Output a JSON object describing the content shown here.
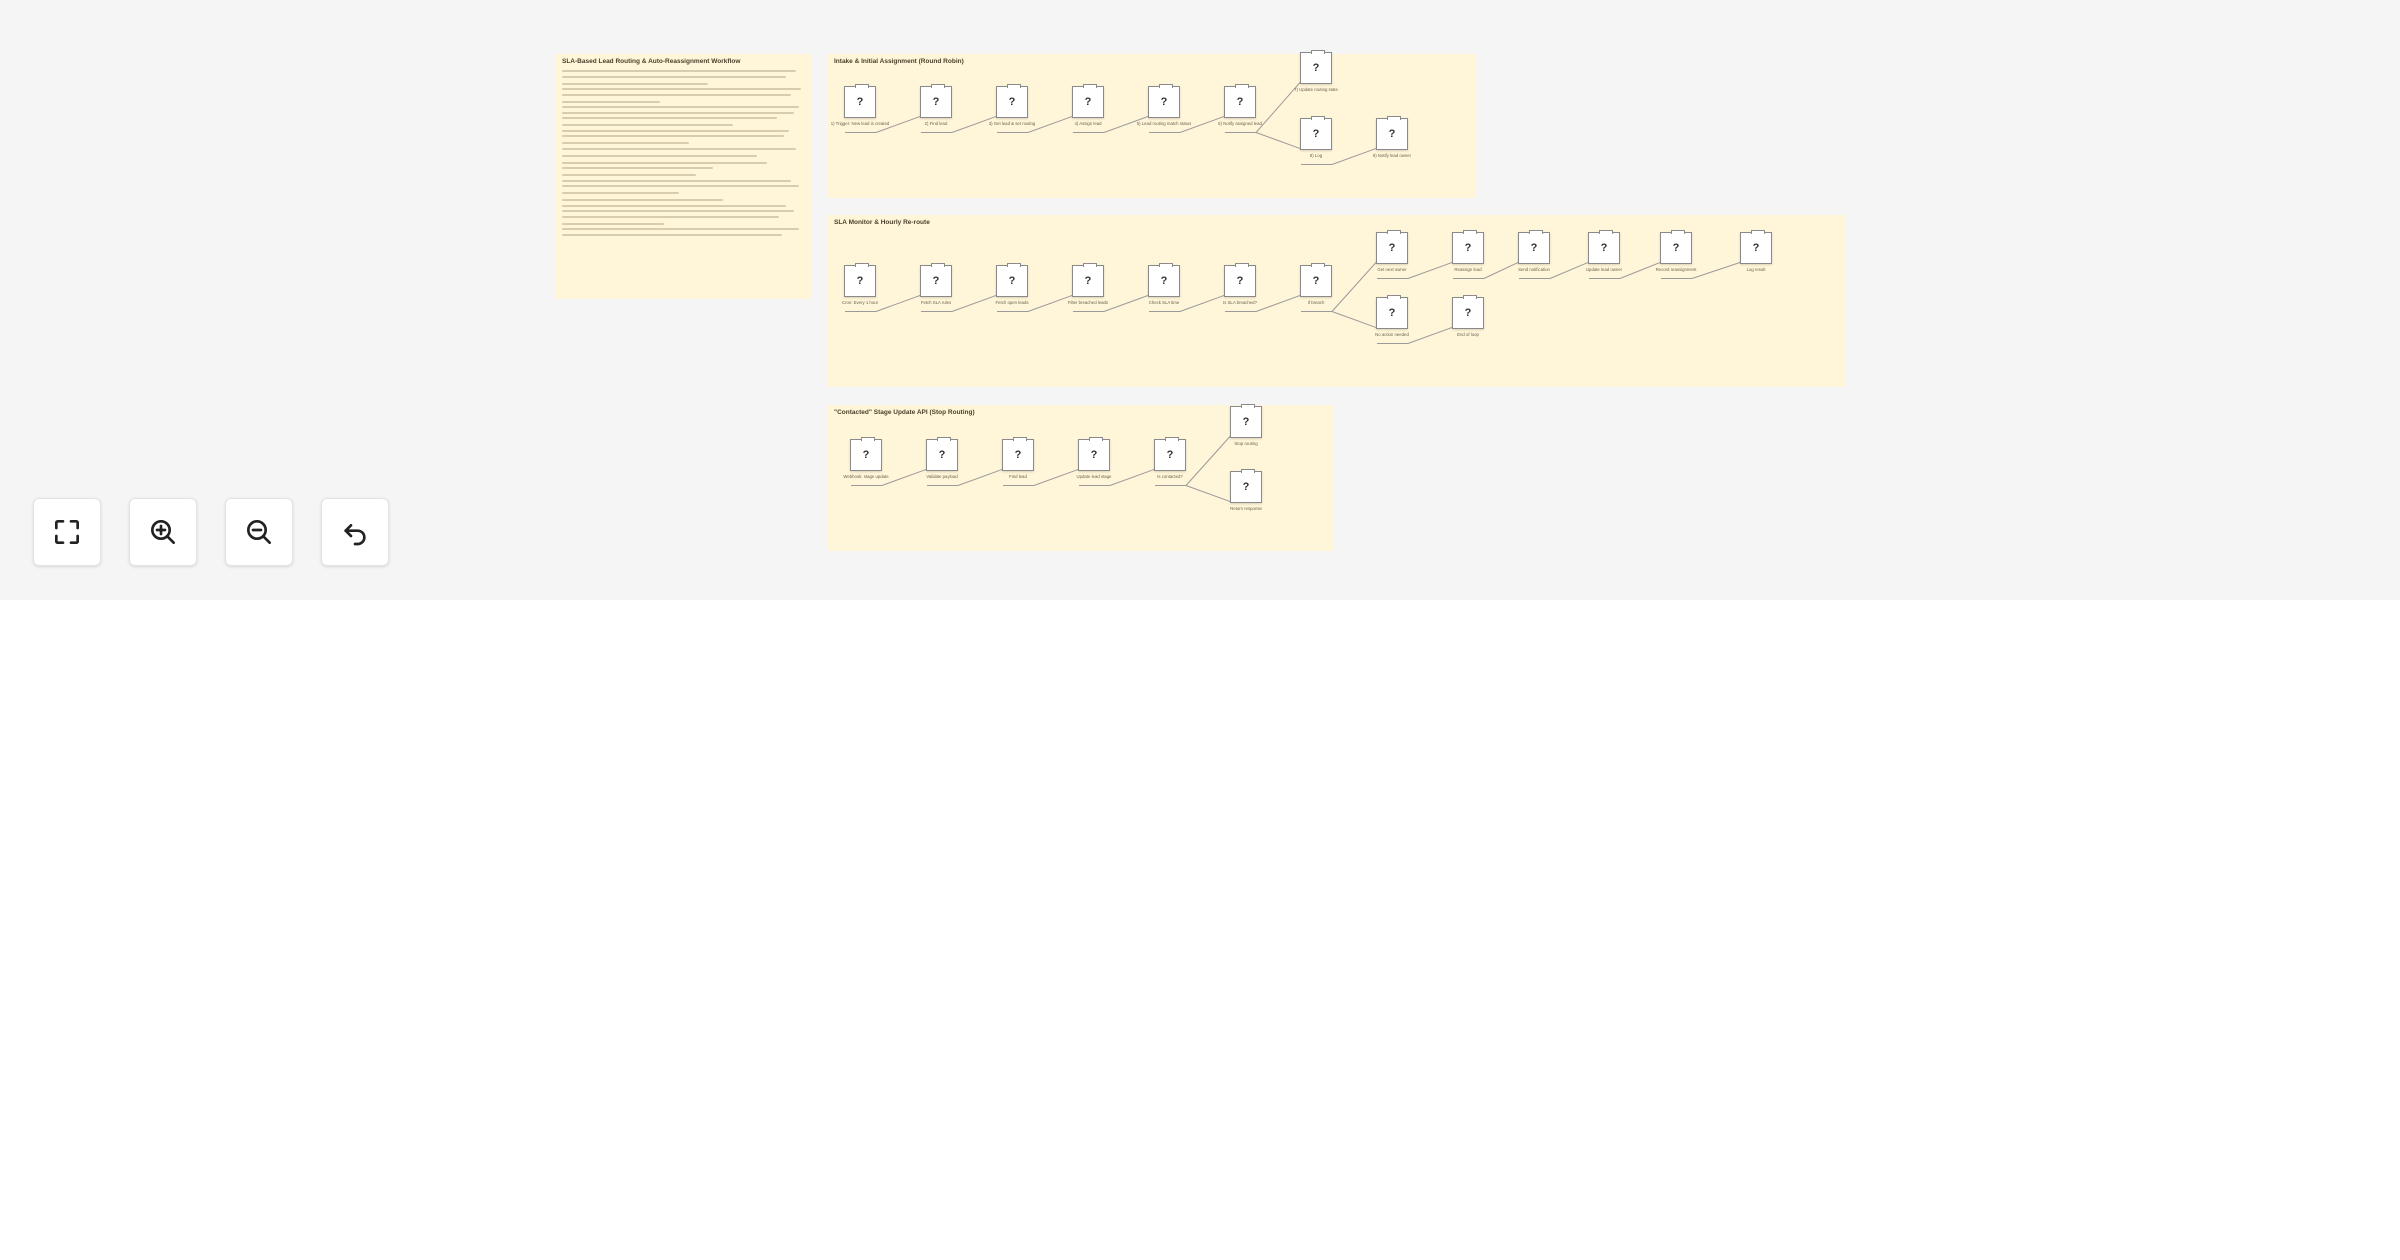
{
  "canvas": {
    "notes_sticky": {
      "title": "SLA-Based Lead Routing & Auto-Reassignment Workflow"
    },
    "groups": [
      {
        "title": "Intake & Initial Assignment (Round Robin)",
        "nodes": [
          {
            "glyph": "?",
            "label": "1) Trigger: New lead is created"
          },
          {
            "glyph": "?",
            "label": "2) Find lead"
          },
          {
            "glyph": "?",
            "label": "3) Get lead & set routing"
          },
          {
            "glyph": "?",
            "label": "4) Assign lead"
          },
          {
            "glyph": "?",
            "label": "5) Lead routing match status"
          },
          {
            "glyph": "?",
            "label": "6) Notify assigned lead"
          },
          {
            "glyph": "?",
            "label": "7) Update routing state"
          },
          {
            "glyph": "?",
            "label": "8) Log"
          },
          {
            "glyph": "?",
            "label": "9) Notify lead owner"
          }
        ]
      },
      {
        "title": "SLA Monitor & Hourly Re-route",
        "nodes": [
          {
            "glyph": "?",
            "label": "Cron: Every 1 hour"
          },
          {
            "glyph": "?",
            "label": "Fetch SLA rules"
          },
          {
            "glyph": "?",
            "label": "Fetch open leads"
          },
          {
            "glyph": "?",
            "label": "Filter breached leads"
          },
          {
            "glyph": "?",
            "label": "Check SLA time"
          },
          {
            "glyph": "?",
            "label": "Is SLA breached?"
          },
          {
            "glyph": "?",
            "label": "If breach"
          },
          {
            "glyph": "?",
            "label": "Get next owner"
          },
          {
            "glyph": "?",
            "label": "Reassign lead"
          },
          {
            "glyph": "?",
            "label": "Send notification"
          },
          {
            "glyph": "?",
            "label": "Update lead owner"
          },
          {
            "glyph": "?",
            "label": "Record reassignment"
          },
          {
            "glyph": "?",
            "label": "Log result"
          },
          {
            "glyph": "?",
            "label": "No action needed"
          },
          {
            "glyph": "?",
            "label": "End of loop"
          }
        ]
      },
      {
        "title": "\"Contacted\" Stage Update API (Stop Routing)",
        "nodes": [
          {
            "glyph": "?",
            "label": "Webhook: stage update"
          },
          {
            "glyph": "?",
            "label": "Validate payload"
          },
          {
            "glyph": "?",
            "label": "Find lead"
          },
          {
            "glyph": "?",
            "label": "Update lead stage"
          },
          {
            "glyph": "?",
            "label": "Is contacted?"
          },
          {
            "glyph": "?",
            "label": "Stop routing"
          },
          {
            "glyph": "?",
            "label": "Return response"
          }
        ]
      }
    ]
  },
  "toolbar": {
    "fit_view": {
      "icon": "fit-screen-icon"
    },
    "zoom_in": {
      "icon": "zoom-in-icon"
    },
    "zoom_out": {
      "icon": "zoom-out-icon"
    },
    "reset": {
      "icon": "undo-icon"
    }
  },
  "colors": {
    "canvas_bg": "#f5f5f5",
    "sticky_bg": "#fff5d8",
    "node_border": "#8a8a8a",
    "edge": "#9a9a9a"
  }
}
